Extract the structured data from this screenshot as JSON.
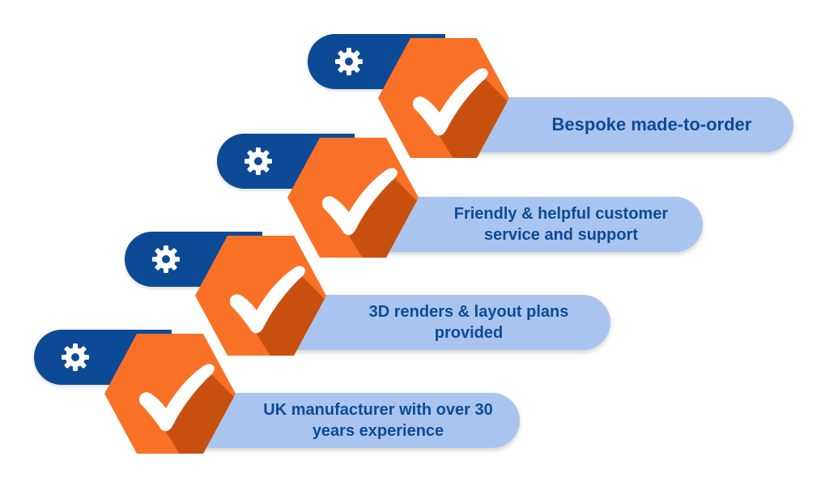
{
  "features": [
    {
      "text": "Bespoke made-to-order"
    },
    {
      "text": "Friendly & helpful customer\nservice and support"
    },
    {
      "text": "3D renders & layout plans\nprovided"
    },
    {
      "text": "UK manufacturer with over 30\nyears experience"
    }
  ],
  "colors": {
    "tab_blue": "#0d4a96",
    "pill_light_blue": "#a9c5ef",
    "hex_orange": "#f97126",
    "hex_shadow": "#c8500f",
    "text_blue": "#0d4a96",
    "check_white": "#ffffff"
  },
  "icons": {
    "tab": "gear-icon",
    "hexagon": "check-icon"
  }
}
